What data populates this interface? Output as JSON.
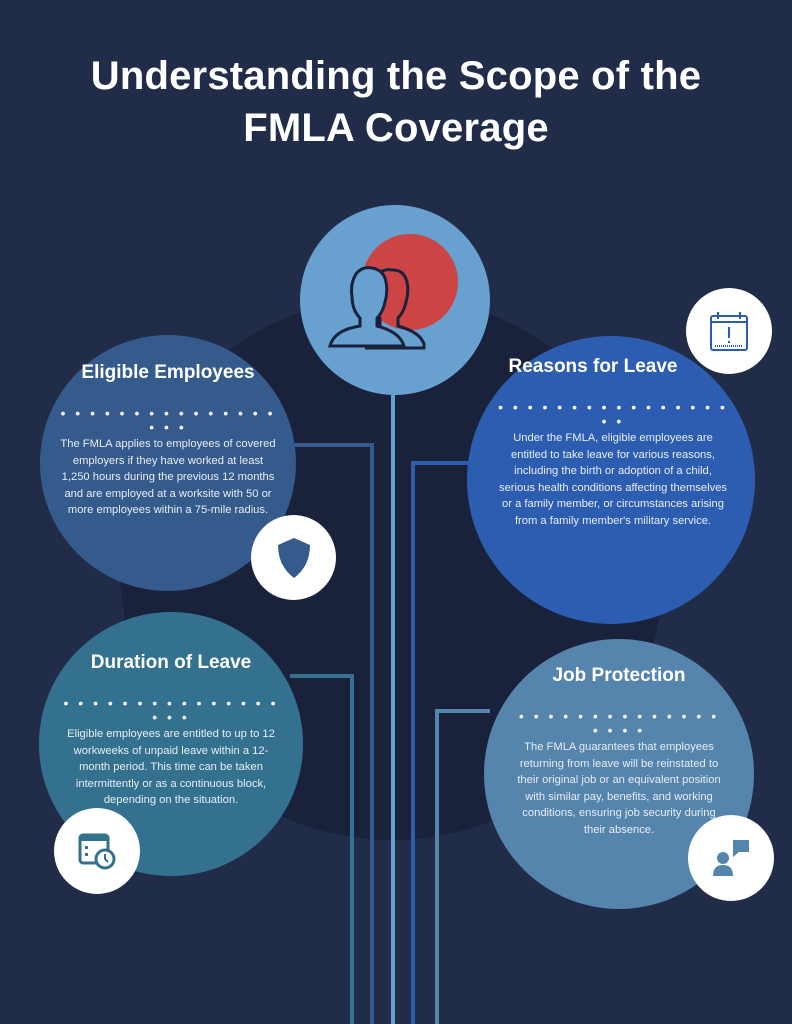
{
  "title_line1": "Understanding the Scope of the",
  "title_line2": "FMLA Coverage",
  "dot_separator": "• • • • • • • • • • • • • • • • • •",
  "sections": [
    {
      "title": "Eligible Employees",
      "text": "The FMLA applies to employees of covered employers if they have worked at least 1,250 hours during the previous 12 months and are employed at a worksite with 50 or more employees within a 75-mile radius.",
      "icon": "shield-icon",
      "color": "#355a8c"
    },
    {
      "title": "Reasons for Leave",
      "text": "Under the FMLA, eligible employees are entitled to take leave for various reasons, including the birth or adoption of a child, serious health conditions affecting themselves or a family member, or circumstances arising from a family member's military service.",
      "icon": "calendar-alert-icon",
      "color": "#2d5db0"
    },
    {
      "title": "Duration of Leave",
      "text": "Eligible employees are entitled to up to 12 workweeks of unpaid leave within a 12-month period. This time can be taken intermittently or as a continuous block, depending on the situation.",
      "icon": "calendar-clock-icon",
      "color": "#33718f"
    },
    {
      "title": "Job Protection",
      "text": "The FMLA guarantees that employees returning from leave will be reinstated to their original job or an equivalent position with similar pay, benefits, and working conditions, ensuring job security during their absence.",
      "icon": "person-chat-icon",
      "color": "#5584ad"
    }
  ],
  "colors": {
    "background": "#202c48",
    "hub": "#68a0d0",
    "accent_red": "#cc4444",
    "backdrop": "#19223a"
  }
}
